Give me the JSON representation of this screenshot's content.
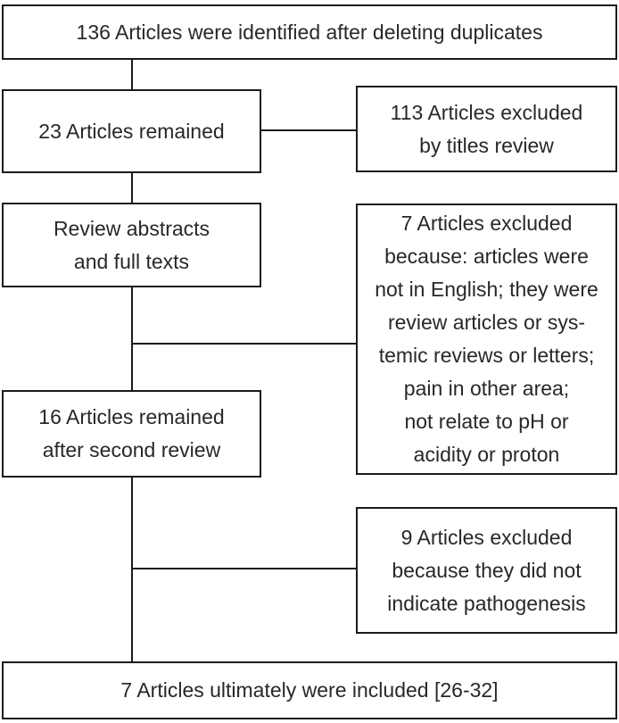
{
  "diagram": {
    "type": "flowchart",
    "colors": {
      "border": "#1b1b1b",
      "text": "#282828",
      "background": "#ffffff"
    },
    "nodes": {
      "identified": {
        "text": "136 Articles were identified after deleting duplicates"
      },
      "remained_23": {
        "text": "23 Articles remained"
      },
      "excluded_113": {
        "text": "113 Articles excluded\nby titles review"
      },
      "review_abstracts": {
        "text": "Review abstracts\nand full texts"
      },
      "excluded_7": {
        "text": "7 Articles excluded\nbecause: articles were\nnot in English; they were\nreview articles or sys-\ntemic reviews or letters;\npain in other area;\nnot relate to pH or\nacidity or proton"
      },
      "remained_16": {
        "text": "16 Articles remained\nafter second review"
      },
      "excluded_9": {
        "text": "9 Articles excluded\nbecause they did not\nindicate pathogenesis"
      },
      "included_7": {
        "text": "7 Articles ultimately were included [26-32]"
      }
    },
    "edges": [
      {
        "from": "identified",
        "to": "remained_23"
      },
      {
        "from": "remained_23",
        "to": "excluded_113"
      },
      {
        "from": "remained_23",
        "to": "review_abstracts"
      },
      {
        "from": "review_abstracts",
        "to": "excluded_7"
      },
      {
        "from": "review_abstracts",
        "to": "remained_16"
      },
      {
        "from": "remained_16",
        "to": "excluded_9"
      },
      {
        "from": "remained_16",
        "to": "included_7"
      }
    ]
  }
}
